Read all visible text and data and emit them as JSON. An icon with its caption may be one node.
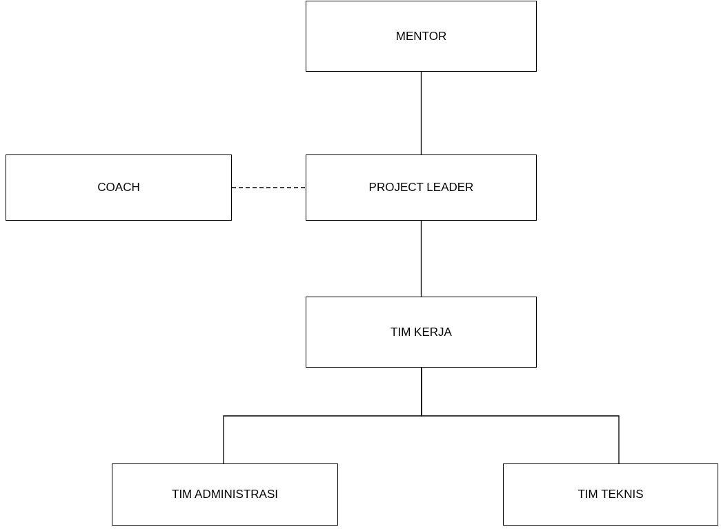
{
  "diagram": {
    "nodes": [
      {
        "text": [
          "MENTOR"
        ]
      },
      {
        "text": [
          "COACH"
        ]
      },
      {
        "text": [
          "PROJECT LEADER"
        ]
      },
      {
        "text": [
          "TIM KERJA"
        ]
      },
      {
        "text": [
          "TIM ADMINISTRASI"
        ]
      },
      {
        "text": [
          "TIM TEKNIS"
        ]
      }
    ],
    "edges": [
      {
        "from": 0,
        "to": 2,
        "arrow": "none"
      },
      {
        "from": 1,
        "to": 2,
        "arrow": "none",
        "style": "dashed"
      },
      {
        "from": 2,
        "to": 3,
        "arrow": "none"
      },
      {
        "from": 3,
        "to": 4,
        "arrow": "none"
      },
      {
        "from": 3,
        "to": 5,
        "arrow": "none"
      }
    ]
  }
}
